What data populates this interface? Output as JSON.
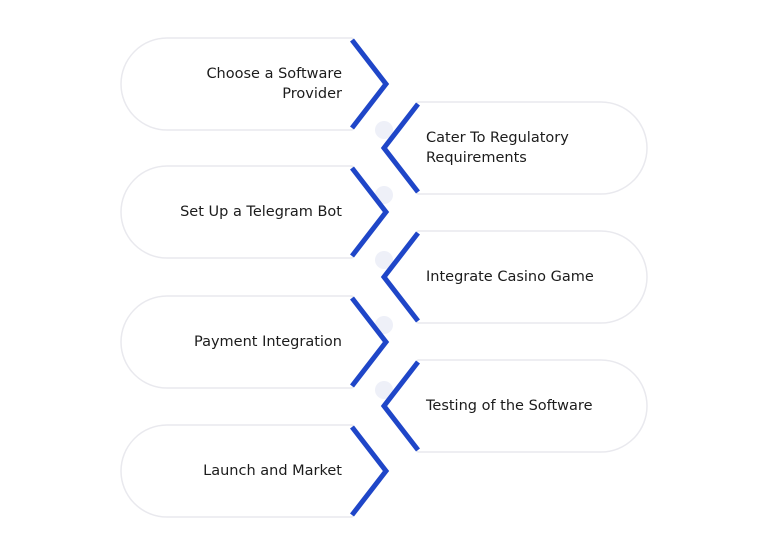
{
  "diagram": {
    "accent_color": "#1f46c8",
    "left_steps": [
      {
        "label_line1": "Choose a Software",
        "label_line2": "Provider"
      },
      {
        "label_line1": "Set Up a Telegram Bot",
        "label_line2": ""
      },
      {
        "label_line1": "Payment Integration",
        "label_line2": ""
      },
      {
        "label_line1": "Launch and Market",
        "label_line2": ""
      }
    ],
    "right_steps": [
      {
        "label_line1": "Cater To Regulatory",
        "label_line2": "Requirements"
      },
      {
        "label_line1": "Integrate Casino Game",
        "label_line2": ""
      },
      {
        "label_line1": "Testing of the Software",
        "label_line2": ""
      }
    ]
  }
}
